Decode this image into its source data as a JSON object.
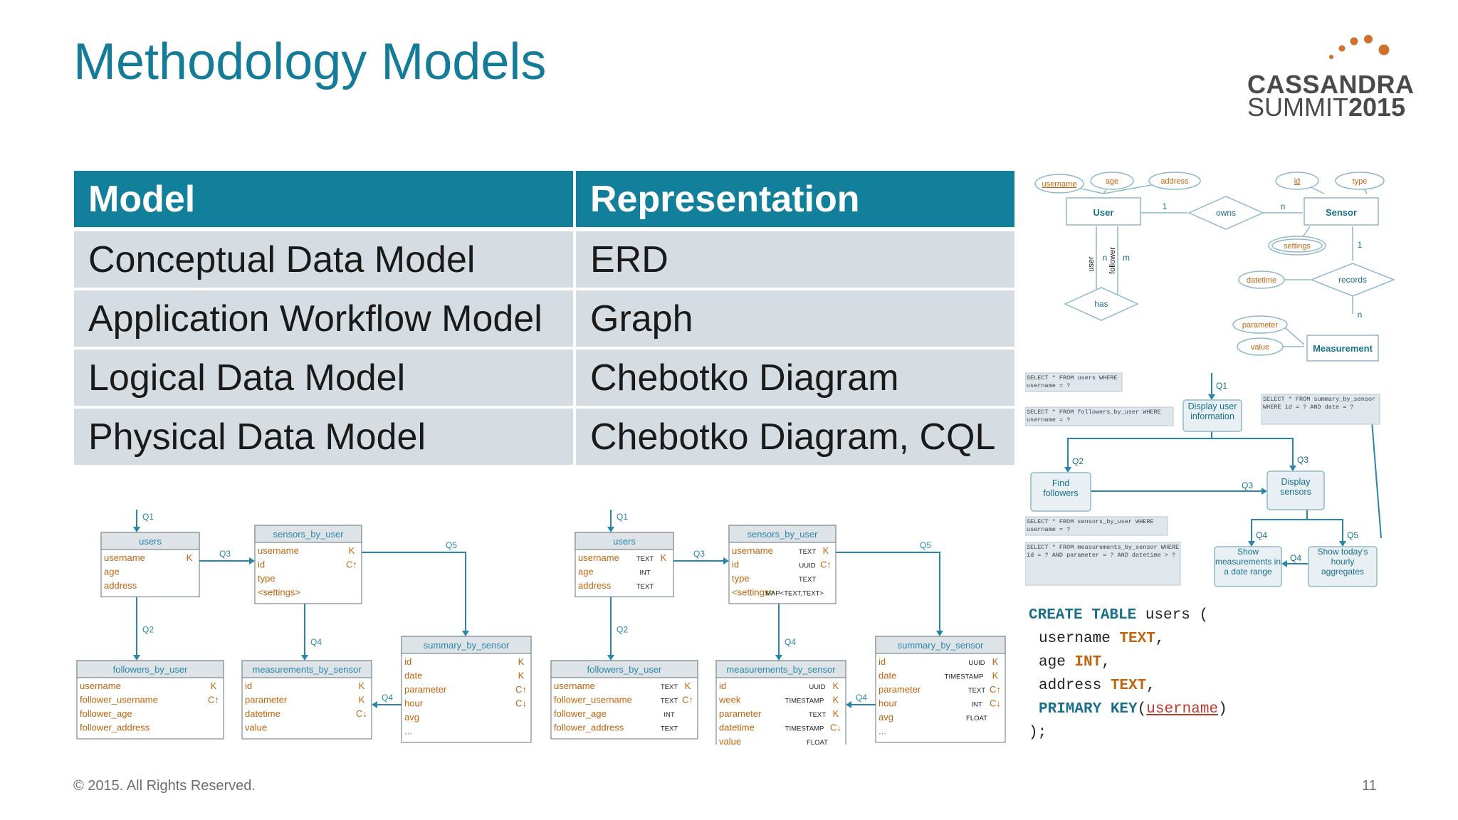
{
  "slide": {
    "title": "Methodology Models",
    "footer": "© 2015. All Rights Reserved.",
    "page_number": "11"
  },
  "logo": {
    "line1": "CASSANDRA",
    "line2_prefix": "SUMMIT",
    "line2_year": "2015",
    "dot_color": "#d0702a"
  },
  "model_table": {
    "headers": [
      "Model",
      "Representation"
    ],
    "rows": [
      [
        "Conceptual Data Model",
        "ERD"
      ],
      [
        "Application Workflow Model",
        "Graph"
      ],
      [
        "Logical Data Model",
        "Chebotko Diagram"
      ],
      [
        "Physical Data Model",
        "Chebotko Diagram, CQL"
      ]
    ]
  },
  "colors": {
    "accent": "#12809a",
    "title": "#147c98",
    "table_body": "#d6dde2",
    "diagram_line": "#2a86a8",
    "diagram_key": "#c0650f",
    "diagram_header": "#dde3e7"
  },
  "erd": {
    "entities": [
      "User",
      "Sensor",
      "Measurement"
    ],
    "relationships": [
      "owns",
      "has",
      "records"
    ],
    "attributes": {
      "user": [
        "username",
        "age",
        "address"
      ],
      "sensor": [
        "id",
        "type",
        "settings"
      ],
      "records": [
        "datetime"
      ],
      "measurement": [
        "parameter",
        "value"
      ]
    },
    "cardinalities": {
      "owns_user": "1",
      "owns_sensor": "n",
      "has_user": "n",
      "has_follower": "m",
      "records_sensor": "1",
      "records_measurement": "n"
    },
    "roles": [
      "user",
      "follower"
    ]
  },
  "workflow": {
    "nodes": [
      "Display user information",
      "Find followers",
      "Display sensors",
      "Show measurements in a date range",
      "Show today's hourly aggregates"
    ],
    "queries": [
      "SELECT * FROM users WHERE username = ?",
      "SELECT * FROM followers_by_user WHERE username = ?",
      "SELECT * FROM summary_by_sensor WHERE id = ? AND date = ?",
      "SELECT * FROM sensors_by_user WHERE username = ?",
      "SELECT * FROM measurements_by_sensor WHERE id = ? AND parameter = ? AND datetime > ?"
    ],
    "labels": [
      "Q1",
      "Q2",
      "Q3",
      "Q3",
      "Q4",
      "Q4",
      "Q5"
    ]
  },
  "logical": {
    "tables": [
      {
        "name": "users",
        "columns": [
          "username",
          "age",
          "address"
        ],
        "keys": [
          "K",
          "",
          ""
        ]
      },
      {
        "name": "sensors_by_user",
        "columns": [
          "username",
          "id",
          "type",
          "<settings>"
        ],
        "keys": [
          "K",
          "C↑",
          "",
          ""
        ]
      },
      {
        "name": "followers_by_user",
        "columns": [
          "username",
          "follower_username",
          "follower_age",
          "follower_address"
        ],
        "keys": [
          "K",
          "C↑",
          "",
          ""
        ]
      },
      {
        "name": "measurements_by_sensor",
        "columns": [
          "id",
          "parameter",
          "datetime",
          "value"
        ],
        "keys": [
          "K",
          "K",
          "C↓",
          ""
        ]
      },
      {
        "name": "summary_by_sensor",
        "columns": [
          "id",
          "date",
          "parameter",
          "hour",
          "avg",
          "..."
        ],
        "keys": [
          "K",
          "K",
          "C↑",
          "C↓",
          "",
          ""
        ]
      }
    ],
    "labels": [
      "Q1",
      "Q2",
      "Q3",
      "Q4",
      "Q4",
      "Q5"
    ]
  },
  "physical": {
    "tables": [
      {
        "name": "users",
        "columns": [
          "username",
          "age",
          "address"
        ],
        "types": [
          "TEXT",
          "INT",
          "TEXT"
        ],
        "keys": [
          "K",
          "",
          ""
        ]
      },
      {
        "name": "sensors_by_user",
        "columns": [
          "username",
          "id",
          "type",
          "<settings>"
        ],
        "types": [
          "TEXT",
          "UUID",
          "TEXT",
          "MAP<TEXT,TEXT>"
        ],
        "keys": [
          "K",
          "C↑",
          "",
          ""
        ]
      },
      {
        "name": "followers_by_user",
        "columns": [
          "username",
          "follower_username",
          "follower_age",
          "follower_address"
        ],
        "types": [
          "TEXT",
          "TEXT",
          "INT",
          "TEXT"
        ],
        "keys": [
          "K",
          "C↑",
          "",
          ""
        ]
      },
      {
        "name": "measurements_by_sensor",
        "columns": [
          "id",
          "week",
          "parameter",
          "datetime",
          "value"
        ],
        "types": [
          "UUID",
          "TIMESTAMP",
          "TEXT",
          "TIMESTAMP",
          "FLOAT"
        ],
        "keys": [
          "K",
          "K",
          "K",
          "C↓",
          ""
        ]
      },
      {
        "name": "summary_by_sensor",
        "columns": [
          "id",
          "date",
          "parameter",
          "hour",
          "avg",
          "..."
        ],
        "types": [
          "UUID",
          "TIMESTAMP",
          "TEXT",
          "INT",
          "FLOAT",
          ""
        ],
        "keys": [
          "K",
          "K",
          "C↑",
          "C↓",
          "",
          ""
        ]
      }
    ],
    "labels": [
      "Q1",
      "Q2",
      "Q3",
      "Q4",
      "Q4",
      "Q5"
    ]
  },
  "cql": {
    "line1_kw": "CREATE TABLE",
    "line1_name": "users (",
    "col1_name": "username",
    "col1_type": "TEXT",
    "col2_name": "age",
    "col2_type": "INT",
    "col3_name": "address",
    "col3_type": "TEXT",
    "pk_kw": "PRIMARY KEY",
    "pk_col": "username",
    "close": ");"
  }
}
